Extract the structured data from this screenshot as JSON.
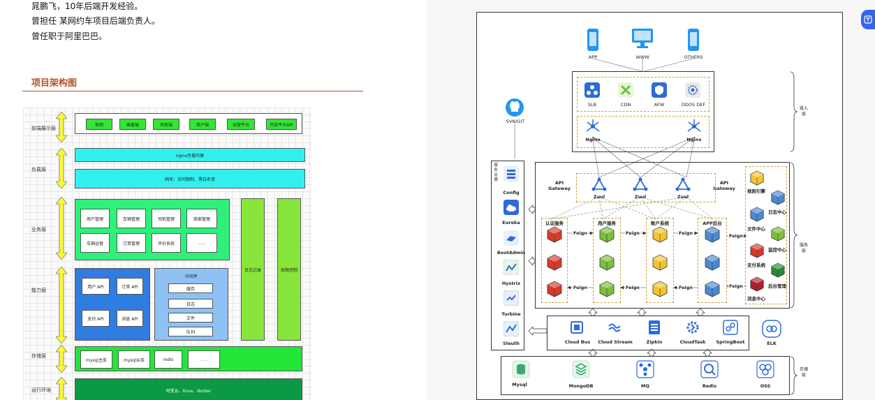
{
  "bio": {
    "line1": "晁鹏飞，10年后端开发经验。",
    "line2": "曾担任 某网约车项目后端负责人。",
    "line3": "曾任职于阿里巴巴。"
  },
  "section_title": "项目架构图",
  "left_diagram": {
    "layers": {
      "frontend": "前端展示层",
      "load": "负载层",
      "business": "业务层",
      "capability": "能力层",
      "storage": "存储层",
      "runtime": "运行环境"
    },
    "frontend_items": [
      "官网",
      "乘客端",
      "司机端",
      "商户端",
      "运营平台",
      "开放平台API"
    ],
    "nginx": "nginx负载均衡",
    "gateway": "网关：访问限制、黑白名单",
    "business_items": [
      "用户管理",
      "车辆管理",
      "司机管理",
      "商家管理",
      "车辆运营",
      "订单管理",
      "评价系统",
      "....."
    ],
    "side_log": "日志记录",
    "side_auth": "权限控制",
    "api_items": [
      "用户 API",
      "订单 API",
      "支付 API",
      "消息 API"
    ],
    "middleware_title": "中间件",
    "middleware_items": [
      "缓存",
      "日志",
      "文件",
      "队列"
    ],
    "storage_items": [
      "mysql主库",
      "mysql从库",
      "redis",
      ". . ."
    ],
    "runtime_text": "阿里云、linux、docker"
  },
  "right_diagram": {
    "clients": [
      "APP",
      "WWW",
      "OTHERS"
    ],
    "access": [
      "SLB",
      "CDN",
      "AFW",
      "DDOS DEF"
    ],
    "nginx": "Nginx",
    "access_layer": "接入层",
    "svn": "SVN/GIT",
    "governance": "服务治理",
    "gov_items": [
      "Config",
      "Eureka",
      "BootAdmin",
      "Hystrix",
      "Turbine",
      "Sleuth"
    ],
    "api_gateway": "API Gateway",
    "zuul": "Zuul",
    "services": [
      "认证服务",
      "用户服务",
      "账户系统",
      "APP后台"
    ],
    "feign": "Feign",
    "right_services": [
      "规则引擎",
      "日志中心",
      "文件中心",
      "监控中心",
      "支付系统",
      "后台管理",
      "消息中心"
    ],
    "service_layer": "服务层",
    "cloud": [
      "Cloud Bus",
      "Cloud Stream",
      "Zipkin",
      "CloudTask",
      "SpringBoot"
    ],
    "elk": "ELK",
    "storage": [
      "Mysql",
      "MongoDB",
      "MQ",
      "Redis",
      "OSS"
    ],
    "storage_layer": "存储层"
  },
  "fab_icon": "translate-icon",
  "colors": {
    "accent": "#b5532a",
    "green": "#33e633",
    "cyan": "#33f0f0",
    "blue": "#2f7de0"
  }
}
